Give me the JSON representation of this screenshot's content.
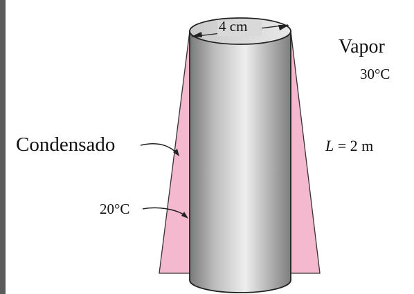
{
  "diagram": {
    "diameter_label": "4 cm",
    "vapor_label": "Vapor",
    "vapor_temp": "30°C",
    "condensate_label": "Condensado",
    "length_var": "L",
    "length_value": "= 2 m",
    "wall_temp": "20°C"
  },
  "colors": {
    "condensate": "#f4b8cf",
    "cylinder_dark": "#8c8c8c",
    "cylinder_light": "#ededed",
    "top_face": "#d9d9d9",
    "side_bar": "#5b5b5b"
  }
}
